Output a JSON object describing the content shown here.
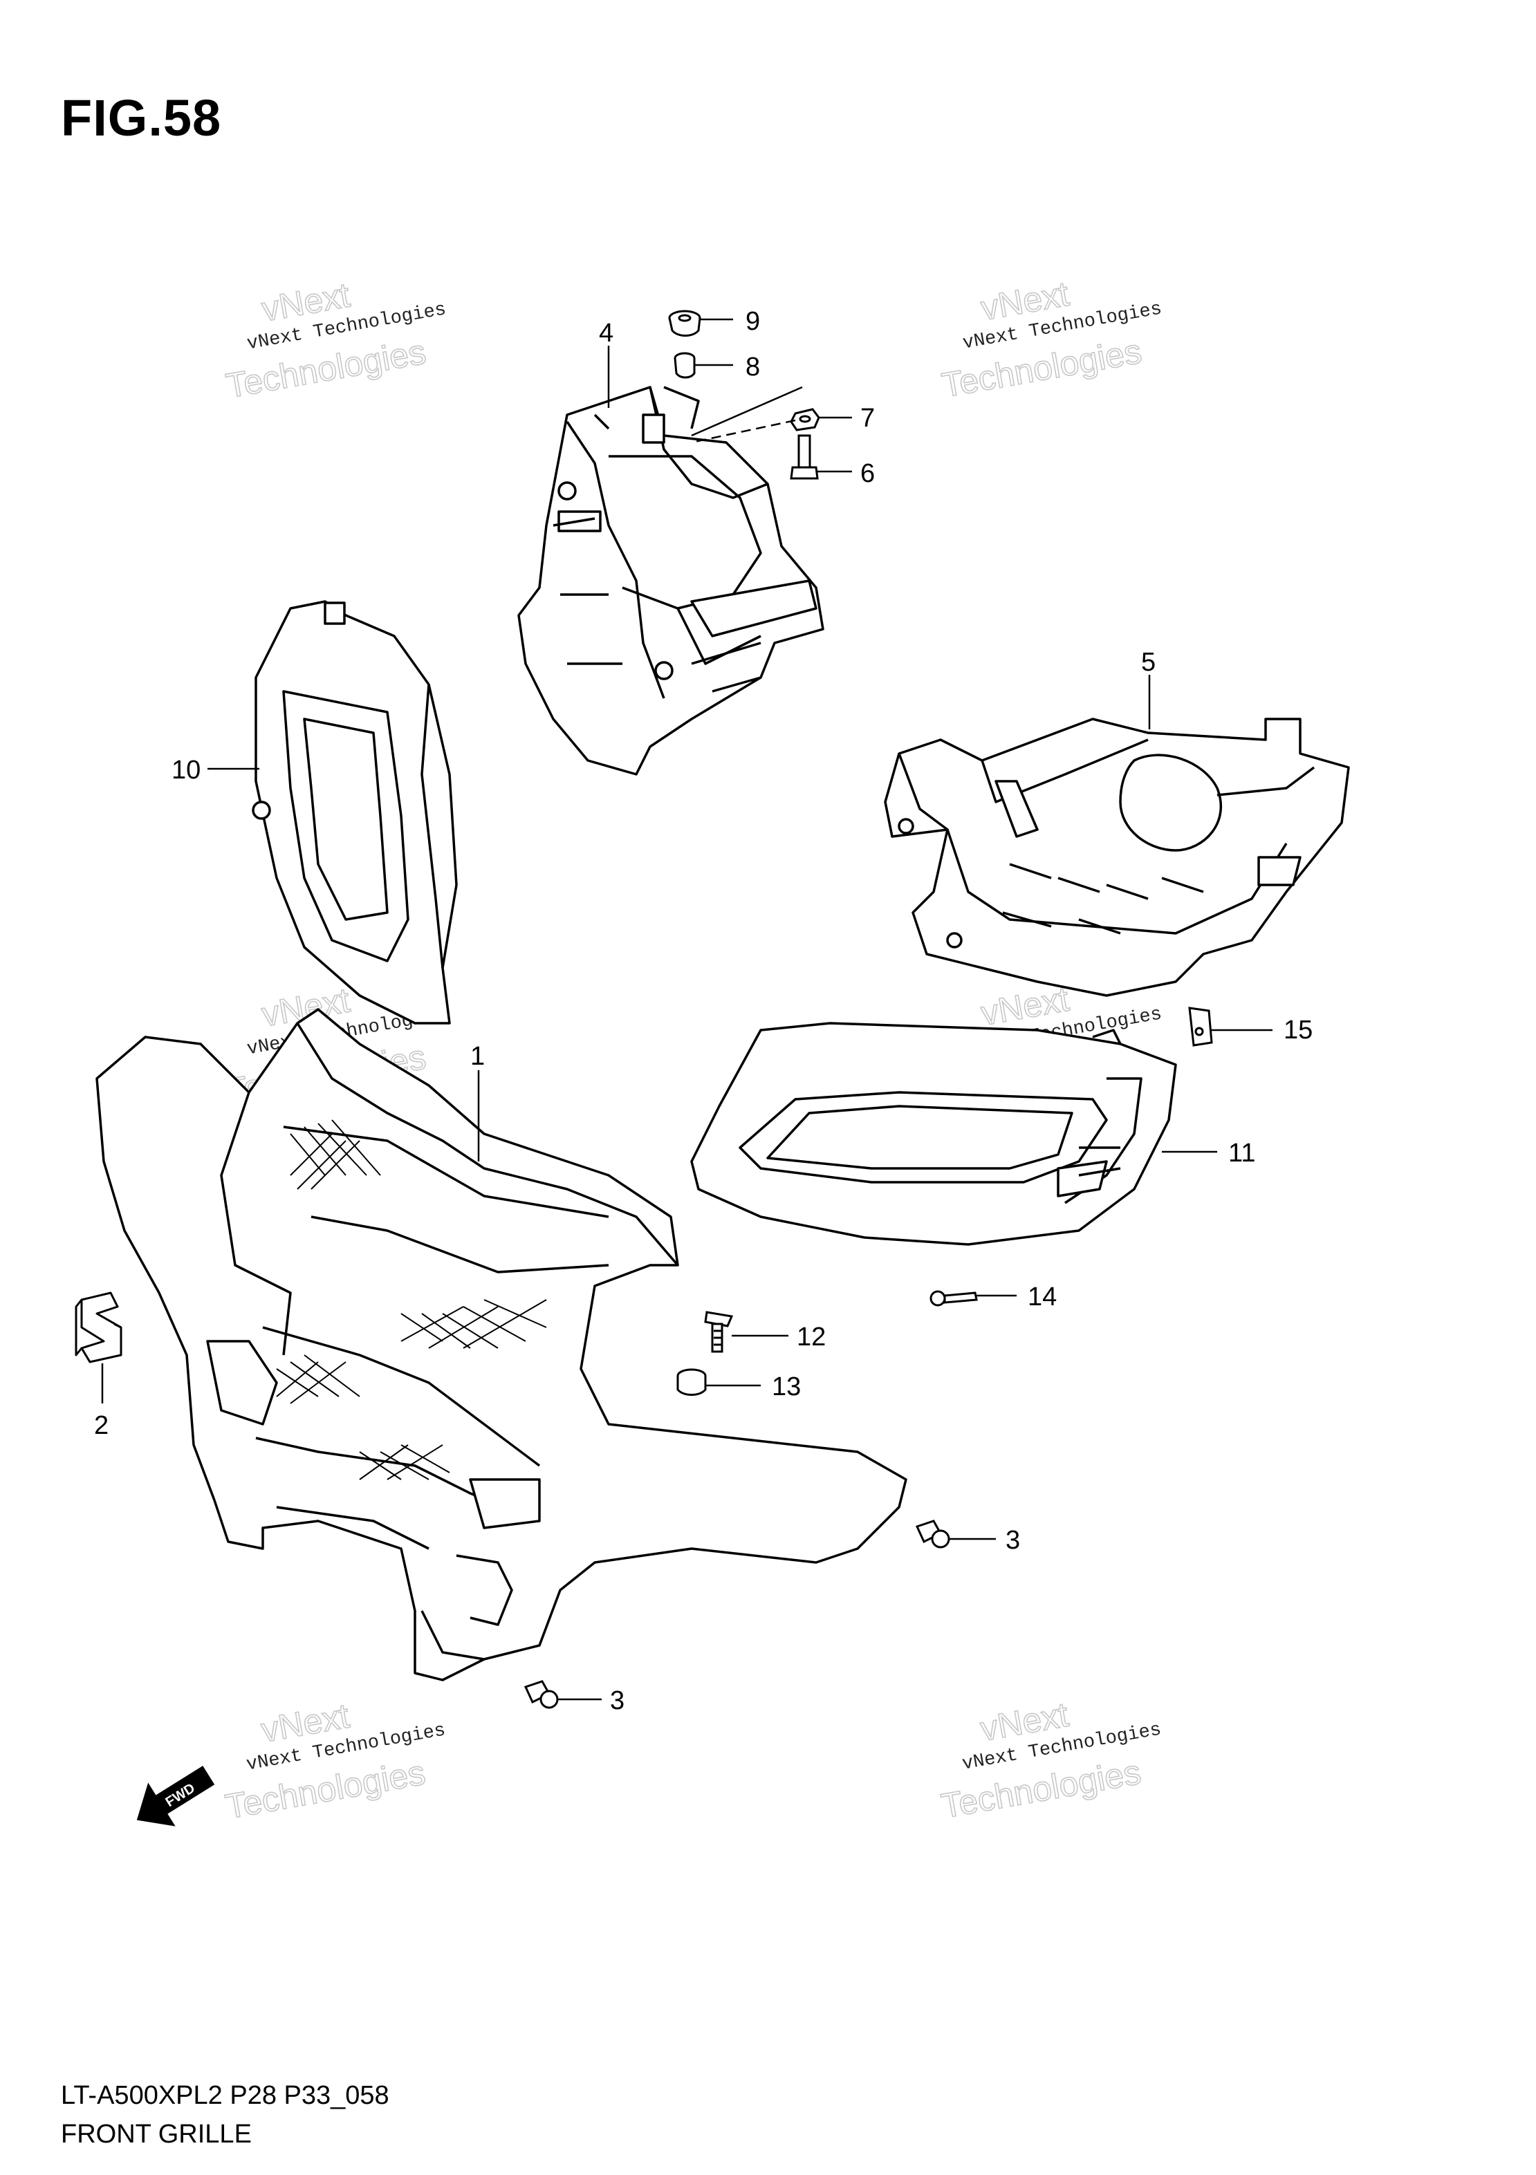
{
  "figure": {
    "title": "FIG.58"
  },
  "footer": {
    "code": "LT-A500XPL2 P28 P33_058",
    "name": "FRONT GRILLE"
  },
  "watermark": {
    "line1": "vNext",
    "line2": "vNext Technologies",
    "line3": "Technologies"
  },
  "callouts": {
    "c1": "1",
    "c2": "2",
    "c3a": "3",
    "c3b": "3",
    "c4": "4",
    "c5": "5",
    "c6": "6",
    "c7": "7",
    "c8": "8",
    "c9": "9",
    "c10": "10",
    "c11": "11",
    "c12": "12",
    "c13": "13",
    "c14": "14",
    "c15": "15"
  },
  "fwd_label": "FWD",
  "colors": {
    "line": "#000000",
    "watermark": "#c8c8c8",
    "background": "#ffffff"
  }
}
